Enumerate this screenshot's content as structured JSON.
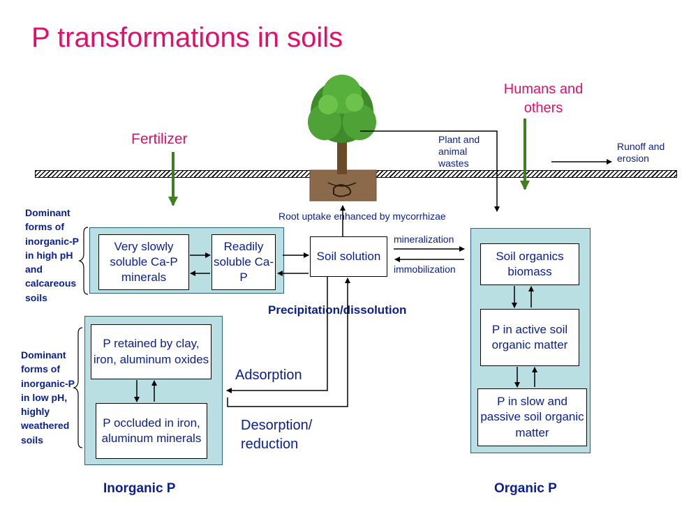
{
  "title": "P transformations in soils",
  "labels": {
    "fertilizer": "Fertilizer",
    "humans": "Humans and others",
    "plant_wastes": "Plant and animal wastes",
    "runoff": "Runoff and erosion",
    "root_uptake": "Root uptake enhanced by mycorrhizae",
    "mineralization": "mineralization",
    "immobilization": "immobilization",
    "precipitation": "Precipitation/dissolution",
    "adsorption": "Adsorption",
    "desorption": "Desorption/ reduction",
    "inorganic_p": "Inorganic P",
    "organic_p": "Organic P",
    "dominant_high_ph": "Dominant forms of inorganic-P in high pH and calcareous soils",
    "dominant_low_ph": "Dominant forms of inorganic-P in low pH, highly weathered soils"
  },
  "boxes": {
    "ca_p_minerals": "Very slowly soluble Ca-P minerals",
    "readily_ca_p": "Readily soluble Ca-P",
    "soil_solution": "Soil solution",
    "retained": "P retained by clay, iron, aluminum oxides",
    "occluded": "P occluded in iron, aluminum minerals",
    "soil_organics": "Soil organics biomass",
    "active_om": "P in active soil organic matter",
    "slow_om": "P in slow and passive soil organic matter"
  },
  "colors": {
    "title": "#e0106a",
    "text": "#0a1f8f",
    "panel": "#b9dfe3",
    "input_arrow": "#3f7f1f"
  },
  "icons": {
    "tree": "tree-icon"
  }
}
